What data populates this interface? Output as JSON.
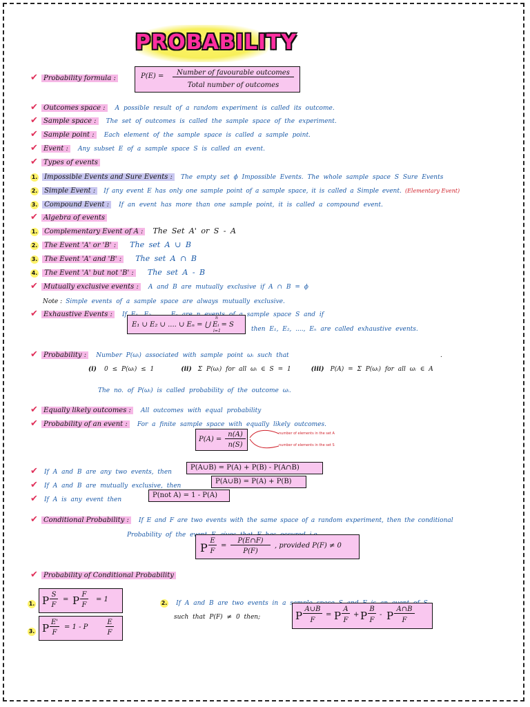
{
  "title": "PROBABILITY",
  "checkmark": "✔",
  "formula": {
    "label": "Probability formula :",
    "lhs": "P(E) =",
    "numerator": "Number of favourable outcomes",
    "denominator": "Total number of outcomes"
  },
  "definitions": [
    {
      "label": "Outcomes space :",
      "text": "A possible result of a random experiment is called its outcome."
    },
    {
      "label": "Sample space :",
      "text": "The set of outcomes is called the sample space of the experiment."
    },
    {
      "label": "Sample point :",
      "text": "Each element of the sample space is called a sample point."
    },
    {
      "label": "Event :",
      "text": "Any subset E of a sample space S is called an event."
    }
  ],
  "types_heading": "Types of events",
  "types": [
    {
      "num": "1.",
      "label": "Impossible Events and Sure Events :",
      "text": "The empty set ϕ Impossible Events. The whole sample space S Sure Events",
      "extra": ""
    },
    {
      "num": "2.",
      "label": "Simple Event :",
      "text": "If any event E has only one sample point of a sample space, it is called a Simple event.",
      "extra": "(Elementary Event)"
    },
    {
      "num": "3.",
      "label": "Compound Event :",
      "text": "If an event has more than one sample point, it is called a compound event.",
      "extra": ""
    }
  ],
  "algebra_heading": "Algebra of events",
  "algebra": [
    {
      "num": "1.",
      "label": "Complementary Event of A :",
      "text": "The Set A' or S - A"
    },
    {
      "num": "2.",
      "label": "The Event 'A' or 'B' :",
      "text": "The set A ∪ B"
    },
    {
      "num": "3.",
      "label": "The Event 'A' and 'B' :",
      "text": "The set A ∩ B"
    },
    {
      "num": "4.",
      "label": "The Event 'A' but not 'B' :",
      "text": "The set A - B"
    }
  ],
  "mutually": {
    "label": "Mutually exclusive events :",
    "text": "A and B are mutually exclusive if A ∩ B = ϕ",
    "note_label": "Note :",
    "note": "Simple events of a sample space are always mutually exclusive."
  },
  "exhaustive": {
    "label": "Exhaustive Events :",
    "text": "If E₁, E₂, ...., Eₙ are n events of a sample space S and if",
    "box": "E₁ ∪ E₂ ∪ .... ∪ Eₙ = ⋃ Eᵢ = S",
    "limits_top": "n",
    "limits_bottom": "i=1",
    "after": "then E₁, E₂, ...., Eₙ are called exhaustive events."
  },
  "probability": {
    "label": "Probability :",
    "text": "Number P(ωᵢ) associated with sample point ωᵢ such that",
    "cond1_num": "(i)",
    "cond1": "0 ≤ P(ωᵢ) ≤ 1",
    "cond2_num": "(ii)",
    "cond2": "Σ P(ωᵢ) for all ωᵢ ∈ S = 1",
    "cond3_num": "(iii)",
    "cond3": "P(A) = Σ P(ωᵢ) for all ωᵢ ∈ A",
    "note": "The no. of P(ωᵢ) is called probability of the outcome ωᵢ."
  },
  "equally": {
    "label": "Equally likely outcomes :",
    "text": "All outcomes with equal probability"
  },
  "prob_event": {
    "label": "Probability of an event :",
    "text": "For a finite sample space with equally likely outcomes.",
    "lhs": "P(A) =",
    "num": "n(A)",
    "den": "n(S)",
    "ann1": "number of elements in the set A",
    "ann2": "number of elements in the set S"
  },
  "rules": [
    {
      "text": "If A and B are any two events, then",
      "box": "P(A∪B) = P(A) + P(B) - P(A∩B)"
    },
    {
      "text": "If A and B are mutually exclusive, then",
      "box": "P(A∪B) = P(A) + P(B)"
    },
    {
      "text": "If A is any event then",
      "box": "P(not A) = 1 - P(A)"
    }
  ],
  "conditional": {
    "label": "Conditional Probability :",
    "text1": "If E and F are two events with the same space of a random experiment, then the conditional",
    "text2": "Probability of the event E gives that F has occured i.e.",
    "lhs_p": "P",
    "lhs_num": "E",
    "lhs_den": "F",
    "eq": "=",
    "num": "P(E∩F)",
    "den": "P(F)",
    "provided": ", provided P(F) ≠ 0"
  },
  "cond_prob_heading": "Probability of Conditional Probability",
  "cond_props": {
    "p1_num": "1.",
    "p1": "P(S/F) = P(F/F) = 1",
    "p1_a_num": "S",
    "p1_a_den": "F",
    "p1_b_num": "F",
    "p1_b_den": "F",
    "p1_end": "= 1",
    "p3_num": "3.",
    "p3_a_num": "E'",
    "p3_a_den": "F",
    "p3_mid": "= 1 - P",
    "p3_b_num": "E",
    "p3_b_den": "F",
    "p2_num": "2.",
    "p2_text1": "If A and B are two events in a sample space S and F is an event of S,",
    "p2_text2": "such that P(F) ≠ 0 then;",
    "p2_a_num": "A∪B",
    "p2_a_den": "F",
    "p2_b_num": "A",
    "p2_b_den": "F",
    "p2_c_num": "B",
    "p2_c_den": "F",
    "p2_d_num": "A∩B",
    "p2_d_den": "F"
  },
  "trailing_dot": "."
}
